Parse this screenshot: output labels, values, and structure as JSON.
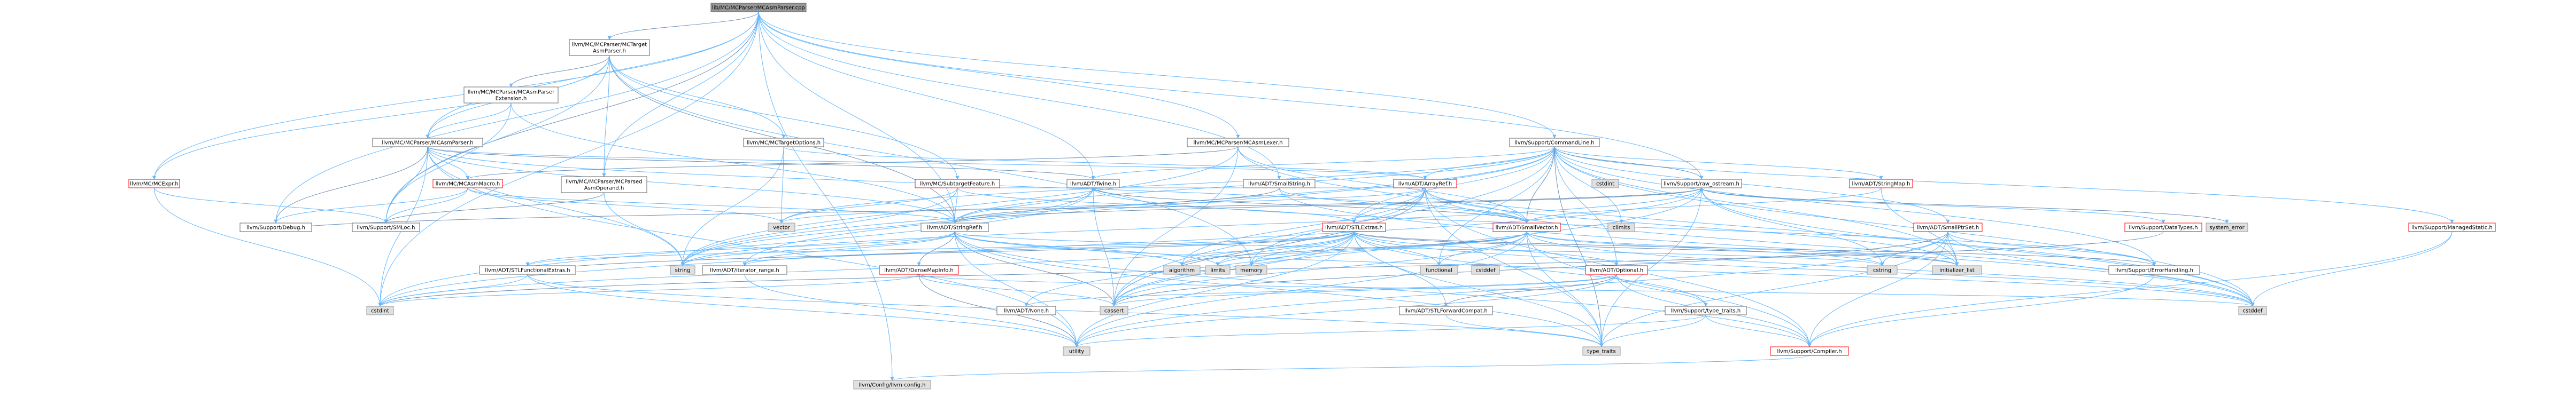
{
  "diagram": {
    "colors": {
      "root_fill": "#999999",
      "normal_fill": "#ffffff",
      "normal_border": "#666666",
      "red_border": "#ff0000",
      "system_fill": "#e0e0e0",
      "system_border": "#999999",
      "edge": "#63b8ff",
      "edge_alt": "#6a8fb8"
    },
    "nodes": [
      {
        "id": "root",
        "label": [
          "lib/MC/MCParser/MCAsmParser.cpp"
        ],
        "kind": "root"
      },
      {
        "id": "mctarget",
        "label": [
          "llvm/MC/MCParser/MCTarget",
          "AsmParser.h"
        ],
        "kind": "normal"
      },
      {
        "id": "extension",
        "label": [
          "llvm/MC/MCParser/MCAsmParser",
          "Extension.h"
        ],
        "kind": "normal"
      },
      {
        "id": "mcasmparser",
        "label": [
          "llvm/MC/MCParser/MCAsmParser.h"
        ],
        "kind": "normal"
      },
      {
        "id": "mcexpr",
        "label": [
          "llvm/MC/MCExpr.h"
        ],
        "kind": "red"
      },
      {
        "id": "mctargetoptions",
        "label": [
          "llvm/MC/MCTargetOptions.h"
        ],
        "kind": "normal"
      },
      {
        "id": "mcasmlexer",
        "label": [
          "llvm/MC/MCParser/MCAsmLexer.h"
        ],
        "kind": "normal"
      },
      {
        "id": "commandline",
        "label": [
          "llvm/Support/CommandLine.h"
        ],
        "kind": "normal"
      },
      {
        "id": "mcasmmacro",
        "label": [
          "llvm/MC/MCAsmMacro.h"
        ],
        "kind": "red"
      },
      {
        "id": "parsedoperand",
        "label": [
          "llvm/MC/MCParser/MCParsed",
          "AsmOperand.h"
        ],
        "kind": "normal"
      },
      {
        "id": "subtarget",
        "label": [
          "llvm/MC/SubtargetFeature.h"
        ],
        "kind": "red"
      },
      {
        "id": "twine",
        "label": [
          "llvm/ADT/Twine.h"
        ],
        "kind": "normal"
      },
      {
        "id": "smallstring",
        "label": [
          "llvm/ADT/SmallString.h"
        ],
        "kind": "normal"
      },
      {
        "id": "arrayref",
        "label": [
          "llvm/ADT/ArrayRef.h"
        ],
        "kind": "red"
      },
      {
        "id": "rawostream",
        "label": [
          "llvm/Support/raw_ostream.h"
        ],
        "kind": "normal"
      },
      {
        "id": "cstdint_top",
        "label": [
          "cstdint"
        ],
        "kind": "system"
      },
      {
        "id": "stringmap",
        "label": [
          "llvm/ADT/StringMap.h"
        ],
        "kind": "red"
      },
      {
        "id": "smallptrset",
        "label": [
          "llvm/ADT/SmallPtrSet.h"
        ],
        "kind": "red"
      },
      {
        "id": "datatypes",
        "label": [
          "llvm/Support/DataTypes.h"
        ],
        "kind": "red"
      },
      {
        "id": "systemerror",
        "label": [
          "system_error"
        ],
        "kind": "system"
      },
      {
        "id": "managedstatic",
        "label": [
          "llvm/Support/ManagedStatic.h"
        ],
        "kind": "red"
      },
      {
        "id": "supportdebug",
        "label": [
          "llvm/Support/Debug.h"
        ],
        "kind": "normal"
      },
      {
        "id": "smloc",
        "label": [
          "llvm/Support/SMLoc.h"
        ],
        "kind": "normal"
      },
      {
        "id": "vector",
        "label": [
          "vector"
        ],
        "kind": "system"
      },
      {
        "id": "stringref",
        "label": [
          "llvm/ADT/StringRef.h"
        ],
        "kind": "normal"
      },
      {
        "id": "stlextras",
        "label": [
          "llvm/ADT/STLExtras.h"
        ],
        "kind": "red"
      },
      {
        "id": "smallvector",
        "label": [
          "llvm/ADT/SmallVector.h"
        ],
        "kind": "red"
      },
      {
        "id": "optional",
        "label": [
          "llvm/ADT/Optional.h"
        ],
        "kind": "red"
      },
      {
        "id": "errorhandling",
        "label": [
          "llvm/Support/ErrorHandling.h"
        ],
        "kind": "normal"
      },
      {
        "id": "stlfunctional",
        "label": [
          "llvm/ADT/STLFunctionalExtras.h"
        ],
        "kind": "normal"
      },
      {
        "id": "string",
        "label": [
          "string"
        ],
        "kind": "system"
      },
      {
        "id": "iteratorrange",
        "label": [
          "llvm/ADT/iterator_range.h"
        ],
        "kind": "normal"
      },
      {
        "id": "densemapinfo",
        "label": [
          "llvm/ADT/DenseMapInfo.h"
        ],
        "kind": "red"
      },
      {
        "id": "algorithm",
        "label": [
          "algorithm"
        ],
        "kind": "system"
      },
      {
        "id": "limits",
        "label": [
          "limits"
        ],
        "kind": "system"
      },
      {
        "id": "memory",
        "label": [
          "memory"
        ],
        "kind": "system"
      },
      {
        "id": "functional",
        "label": [
          "functional"
        ],
        "kind": "system"
      },
      {
        "id": "cstddef_mid",
        "label": [
          "cstddef"
        ],
        "kind": "system"
      },
      {
        "id": "cstring",
        "label": [
          "cstring"
        ],
        "kind": "system"
      },
      {
        "id": "initlist",
        "label": [
          "initializer_list"
        ],
        "kind": "system"
      },
      {
        "id": "climits",
        "label": [
          "climits"
        ],
        "kind": "system"
      },
      {
        "id": "cstdint",
        "label": [
          "cstdint"
        ],
        "kind": "system"
      },
      {
        "id": "cassert",
        "label": [
          "cassert"
        ],
        "kind": "system"
      },
      {
        "id": "adtnone",
        "label": [
          "llvm/ADT/None.h"
        ],
        "kind": "normal"
      },
      {
        "id": "stlforward",
        "label": [
          "llvm/ADT/STLForwardCompat.h"
        ],
        "kind": "normal"
      },
      {
        "id": "typetraits",
        "label": [
          "llvm/Support/type_traits.h"
        ],
        "kind": "normal"
      },
      {
        "id": "cstddef",
        "label": [
          "cstddef"
        ],
        "kind": "system"
      },
      {
        "id": "utility",
        "label": [
          "utility"
        ],
        "kind": "system"
      },
      {
        "id": "type_traits",
        "label": [
          "type_traits"
        ],
        "kind": "system"
      },
      {
        "id": "compiler",
        "label": [
          "llvm/Support/Compiler.h"
        ],
        "kind": "red"
      },
      {
        "id": "llvmconfig",
        "label": [
          "llvm/Config/llvm-config.h"
        ],
        "kind": "system"
      }
    ],
    "edges": [
      [
        "root",
        "mctarget"
      ],
      [
        "root",
        "mcasmlexer"
      ],
      [
        "root",
        "commandline"
      ],
      [
        "root",
        "mcasmparser"
      ],
      [
        "root",
        "parsedoperand"
      ],
      [
        "root",
        "twine"
      ],
      [
        "root",
        "stringref"
      ],
      [
        "root",
        "smloc"
      ],
      [
        "root",
        "supportdebug"
      ],
      [
        "root",
        "rawostream"
      ],
      [
        "root",
        "cstdint"
      ],
      [
        "root",
        "llvmconfig"
      ],
      [
        "root",
        "mcexpr"
      ],
      [
        "root",
        "smallstring"
      ],
      [
        "mctarget",
        "extension"
      ],
      [
        "mctarget",
        "mcasmparser"
      ],
      [
        "mctarget",
        "mctargetoptions"
      ],
      [
        "mctarget",
        "parsedoperand"
      ],
      [
        "mctarget",
        "subtarget"
      ],
      [
        "mctarget",
        "mcexpr"
      ],
      [
        "mctarget",
        "smloc"
      ],
      [
        "mctarget",
        "stringref"
      ],
      [
        "mctarget",
        "memory"
      ],
      [
        "extension",
        "mcasmparser"
      ],
      [
        "extension",
        "stringref"
      ],
      [
        "extension",
        "smloc"
      ],
      [
        "mcasmparser",
        "arrayref"
      ],
      [
        "mcasmparser",
        "stringref"
      ],
      [
        "mcasmparser",
        "twine"
      ],
      [
        "mcasmparser",
        "mcasmmacro"
      ],
      [
        "mcasmparser",
        "smloc"
      ],
      [
        "mcasmparser",
        "cstdint"
      ],
      [
        "mcasmparser",
        "string"
      ],
      [
        "mcasmparser",
        "utility"
      ],
      [
        "mcasmparser",
        "smallvector"
      ],
      [
        "mcasmparser",
        "supportdebug"
      ],
      [
        "mcexpr",
        "smloc"
      ],
      [
        "mcexpr",
        "cstdint"
      ],
      [
        "mctargetoptions",
        "arrayref"
      ],
      [
        "mctargetoptions",
        "string"
      ],
      [
        "mctargetoptions",
        "vector"
      ],
      [
        "mcasmlexer",
        "smallvector"
      ],
      [
        "mcasmlexer",
        "mcasmmacro"
      ],
      [
        "mcasmlexer",
        "cassert"
      ],
      [
        "mcasmlexer",
        "cstddef"
      ],
      [
        "mcasmlexer",
        "string"
      ],
      [
        "commandline",
        "arrayref"
      ],
      [
        "commandline",
        "stlextras"
      ],
      [
        "commandline",
        "smallptrset"
      ],
      [
        "commandline",
        "smallvector"
      ],
      [
        "commandline",
        "stringmap"
      ],
      [
        "commandline",
        "stringref"
      ],
      [
        "commandline",
        "twine"
      ],
      [
        "commandline",
        "optional"
      ],
      [
        "commandline",
        "errorhandling"
      ],
      [
        "commandline",
        "managedstatic"
      ],
      [
        "commandline",
        "rawostream"
      ],
      [
        "commandline",
        "cassert"
      ],
      [
        "commandline",
        "climits"
      ],
      [
        "commandline",
        "cstddef"
      ],
      [
        "commandline",
        "functional"
      ],
      [
        "commandline",
        "initlist"
      ],
      [
        "commandline",
        "string"
      ],
      [
        "commandline",
        "type_traits"
      ],
      [
        "commandline",
        "vector"
      ],
      [
        "commandline",
        "iteratorrange"
      ],
      [
        "mcasmmacro",
        "stringref"
      ],
      [
        "mcasmmacro",
        "supportdebug"
      ],
      [
        "mcasmmacro",
        "smloc"
      ],
      [
        "mcasmmacro",
        "vector"
      ],
      [
        "parsedoperand",
        "smloc"
      ],
      [
        "parsedoperand",
        "string"
      ],
      [
        "subtarget",
        "arrayref"
      ],
      [
        "subtarget",
        "stringref"
      ],
      [
        "subtarget",
        "stlextras"
      ],
      [
        "subtarget",
        "string"
      ],
      [
        "subtarget",
        "vector"
      ],
      [
        "twine",
        "smallvector"
      ],
      [
        "twine",
        "stringref"
      ],
      [
        "twine",
        "errorhandling"
      ],
      [
        "twine",
        "cassert"
      ],
      [
        "twine",
        "cstdint"
      ],
      [
        "twine",
        "string"
      ],
      [
        "smallstring",
        "smallvector"
      ],
      [
        "smallstring",
        "stringref"
      ],
      [
        "smallstring",
        "cstddef"
      ],
      [
        "arrayref",
        "hashing"
      ],
      [
        "arrayref",
        "smallvector"
      ],
      [
        "arrayref",
        "stlextras"
      ],
      [
        "arrayref",
        "compiler"
      ],
      [
        "arrayref",
        "algorithm"
      ],
      [
        "arrayref",
        "cassert"
      ],
      [
        "arrayref",
        "cstddef"
      ],
      [
        "arrayref",
        "initlist"
      ],
      [
        "arrayref",
        "iterator"
      ],
      [
        "arrayref",
        "memory"
      ],
      [
        "arrayref",
        "type_traits"
      ],
      [
        "arrayref",
        "vector"
      ],
      [
        "rawostream",
        "stringref"
      ],
      [
        "rawostream",
        "datatypes"
      ],
      [
        "rawostream",
        "cassert"
      ],
      [
        "rawostream",
        "cstddef"
      ],
      [
        "rawostream",
        "cstdint"
      ],
      [
        "rawostream",
        "cstring"
      ],
      [
        "rawostream",
        "string"
      ],
      [
        "rawostream",
        "systemerror"
      ],
      [
        "rawostream",
        "type_traits"
      ],
      [
        "stringmap",
        "smallvector"
      ],
      [
        "stringmap",
        "initlist"
      ],
      [
        "stringmap",
        "iterator"
      ],
      [
        "smallptrset",
        "compiler"
      ],
      [
        "smallptrset",
        "type_traits"
      ],
      [
        "smallptrset",
        "cassert"
      ],
      [
        "smallptrset",
        "cstddef"
      ],
      [
        "smallptrset",
        "cstdlib"
      ],
      [
        "smallptrset",
        "cstring"
      ],
      [
        "smallptrset",
        "initlist"
      ],
      [
        "smallptrset",
        "utility"
      ],
      [
        "smallptrset",
        "errorhandling"
      ],
      [
        "datatypes",
        "cstdint"
      ],
      [
        "managedstatic",
        "compiler"
      ],
      [
        "managedstatic",
        "cstddef"
      ],
      [
        "stringref",
        "stlfunctional"
      ],
      [
        "stringref",
        "iteratorrange"
      ],
      [
        "stringref",
        "compiler"
      ],
      [
        "stringref",
        "algorithm"
      ],
      [
        "stringref",
        "cassert"
      ],
      [
        "stringref",
        "cstddef"
      ],
      [
        "stringref",
        "cstring"
      ],
      [
        "stringref",
        "limits"
      ],
      [
        "stringref",
        "string"
      ],
      [
        "stringref",
        "type_traits"
      ],
      [
        "stringref",
        "utility"
      ],
      [
        "stringref",
        "densemapinfo"
      ],
      [
        "stlextras",
        "adtnone"
      ],
      [
        "stlextras",
        "optional"
      ],
      [
        "stlextras",
        "stlforward"
      ],
      [
        "stlextras",
        "stlfunctional"
      ],
      [
        "stlextras",
        "iteratorrange"
      ],
      [
        "stlextras",
        "typetraits"
      ],
      [
        "stlextras",
        "errorhandling"
      ],
      [
        "stlextras",
        "algorithm"
      ],
      [
        "stlextras",
        "cassert"
      ],
      [
        "stlextras",
        "cstddef"
      ],
      [
        "stlextras",
        "cstdint"
      ],
      [
        "stlextras",
        "cstdlib"
      ],
      [
        "stlextras",
        "functional"
      ],
      [
        "stlextras",
        "initlist"
      ],
      [
        "stlextras",
        "limits"
      ],
      [
        "stlextras",
        "memory"
      ],
      [
        "stlextras",
        "tuple"
      ],
      [
        "stlextras",
        "type_traits"
      ],
      [
        "stlextras",
        "utility"
      ],
      [
        "smallvector",
        "compiler"
      ],
      [
        "smallvector",
        "algorithm"
      ],
      [
        "smallvector",
        "cassert"
      ],
      [
        "smallvector",
        "cstddef"
      ],
      [
        "smallvector",
        "cstdlib"
      ],
      [
        "smallvector",
        "cstring"
      ],
      [
        "smallvector",
        "functional"
      ],
      [
        "smallvector",
        "initlist"
      ],
      [
        "smallvector",
        "iterator"
      ],
      [
        "smallvector",
        "limits"
      ],
      [
        "smallvector",
        "memory"
      ],
      [
        "smallvector",
        "new"
      ],
      [
        "smallvector",
        "type_traits"
      ],
      [
        "smallvector",
        "utility"
      ],
      [
        "optional",
        "adtnone"
      ],
      [
        "optional",
        "stlforward"
      ],
      [
        "optional",
        "compiler"
      ],
      [
        "optional",
        "typetraits"
      ],
      [
        "optional",
        "cassert"
      ],
      [
        "optional",
        "new"
      ],
      [
        "optional",
        "utility"
      ],
      [
        "errorhandling",
        "compiler"
      ],
      [
        "stlfunctional",
        "stlextras"
      ],
      [
        "stlfunctional",
        "cstdint"
      ],
      [
        "stlfunctional",
        "type_traits"
      ],
      [
        "stlfunctional",
        "utility"
      ],
      [
        "densemapinfo",
        "cassert"
      ],
      [
        "densemapinfo",
        "cstddef"
      ],
      [
        "densemapinfo",
        "cstdint"
      ],
      [
        "densemapinfo",
        "utility"
      ],
      [
        "iteratorrange",
        "utility"
      ],
      [
        "stlforward",
        "type_traits"
      ],
      [
        "typetraits",
        "compiler"
      ],
      [
        "typetraits",
        "type_traits"
      ],
      [
        "typetraits",
        "utility"
      ],
      [
        "compiler",
        "llvmconfig"
      ],
      [
        "supportdebug",
        "rawostream"
      ]
    ]
  }
}
